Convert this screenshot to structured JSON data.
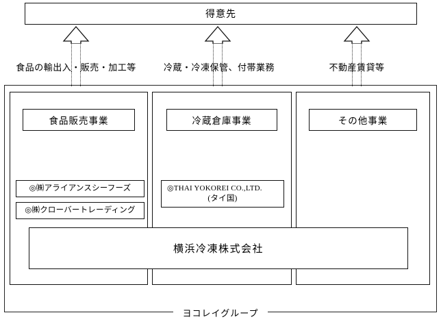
{
  "diagram": {
    "title_box": {
      "label": "得意先"
    },
    "flows": [
      {
        "label": "食品の輸出入・販売・加工等",
        "arrow_icon": "arrow-up-outline-icon"
      },
      {
        "label": "冷蔵・冷凍保管、付帯業務",
        "arrow_icon": "arrow-up-outline-icon"
      },
      {
        "label": "不動産賃貸等",
        "arrow_icon": "arrow-up-outline-icon"
      }
    ],
    "segments": [
      {
        "header": "食品販売事業",
        "companies": [
          {
            "name": "◎㈱アライアンスシーフーズ"
          },
          {
            "name": "◎㈱クローバートレーディング"
          }
        ]
      },
      {
        "header": "冷蔵倉庫事業",
        "companies": [
          {
            "name": "◎THAI YOKOREI CO.,LTD.",
            "country": "(タイ国)"
          }
        ]
      },
      {
        "header": "その他事業",
        "companies": []
      }
    ],
    "parent_company": {
      "name": "横浜冷凍株式会社"
    },
    "group_label": "ヨコレイグループ",
    "colors": {
      "line": "#111111",
      "frame": "#222222",
      "background": "#ffffff",
      "dotted": "#333333"
    }
  }
}
